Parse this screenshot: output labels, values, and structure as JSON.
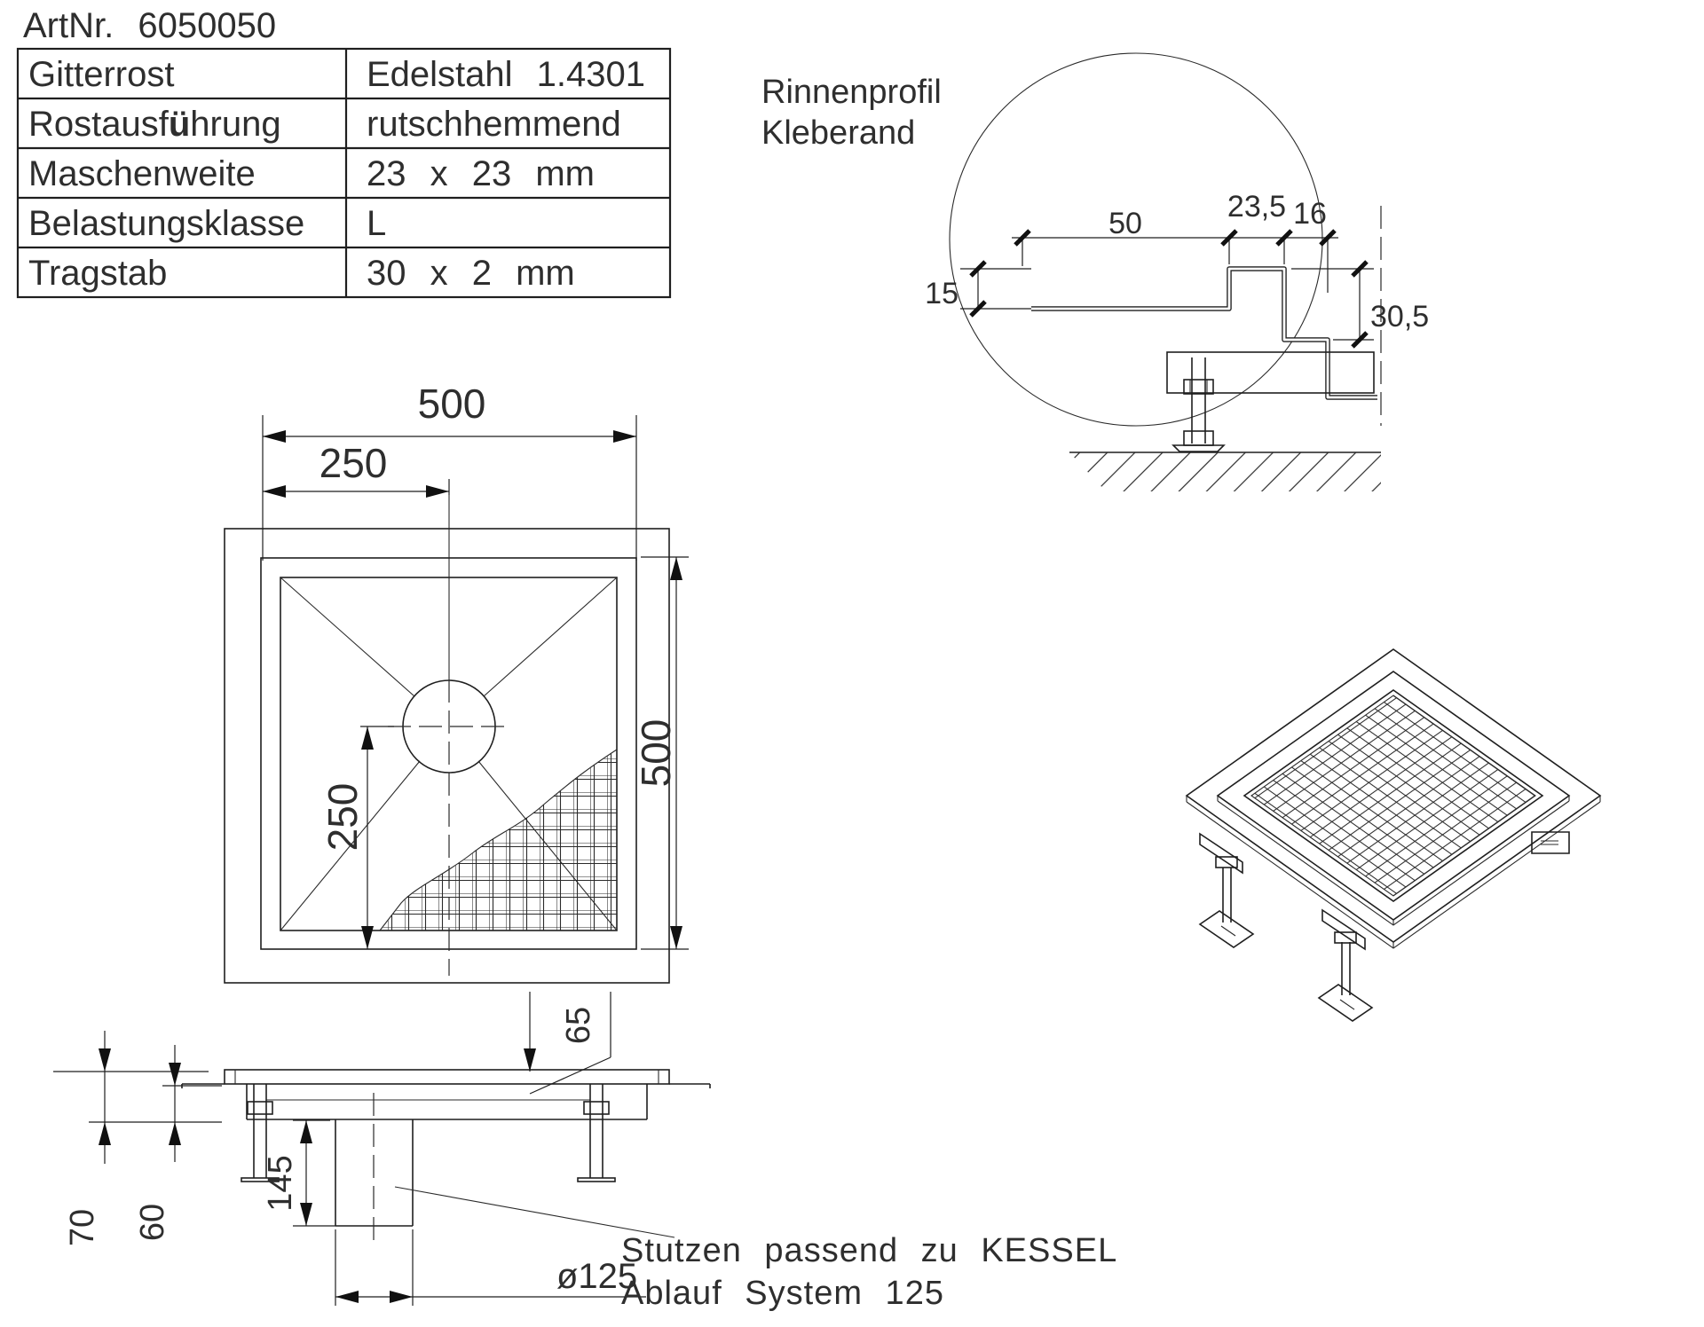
{
  "title": "ArtNr. 6050050",
  "colors": {
    "ink": "#2e2e2e",
    "background": "#ffffff"
  },
  "table": {
    "rows": [
      {
        "label": "Gitterrost",
        "value": "Edelstahl 1.4301"
      },
      {
        "label_parts": [
          "Rostausf",
          "ü",
          "hrung"
        ],
        "value": "rutschhemmend"
      },
      {
        "label": "Maschenweite",
        "value": "23 x 23 mm"
      },
      {
        "label": "Belastungsklasse",
        "value": "L"
      },
      {
        "label": "Tragstab",
        "value": "30 x 2 mm"
      }
    ]
  },
  "detail": {
    "title_line1": "Rinnenprofil",
    "title_line2": "Kleberand",
    "dims": {
      "width_50": "50",
      "width_23_5": "23,5",
      "width_16": "16",
      "height_15": "15",
      "height_30_5": "30,5"
    }
  },
  "plan": {
    "dims": {
      "width_500": "500",
      "width_250": "250",
      "height_500": "500",
      "height_250": "250"
    }
  },
  "section": {
    "dims": {
      "height_70": "70",
      "height_60": "60",
      "height_145": "145",
      "height_65": "65",
      "pipe_diameter": "ø125"
    }
  },
  "callout": {
    "line1": "Stutzen passend zu KESSEL",
    "line2": "Ablauf System 125"
  }
}
